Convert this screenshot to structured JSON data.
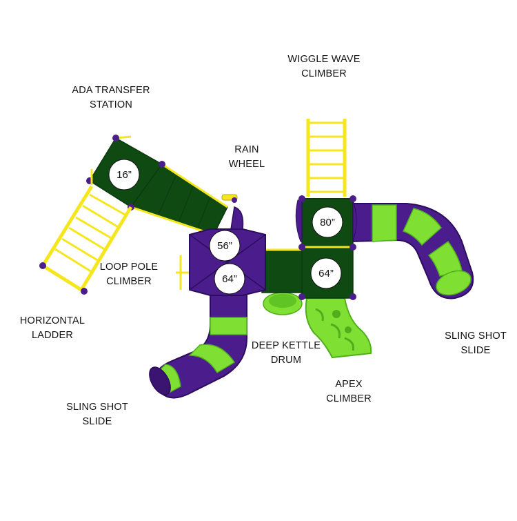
{
  "colors": {
    "deck_green": "#0f4a12",
    "deck_edge": "#0a3a0c",
    "purple": "#4b1d8c",
    "purple_dark": "#2c0c5c",
    "lime": "#7fe033",
    "lime_dark": "#4fae1a",
    "yellow": "#f5e61d",
    "yellow_dark": "#b9a80a",
    "label_text": "#111111"
  },
  "labels": {
    "ada_transfer_station": [
      "ADA TRANSFER",
      "STATION"
    ],
    "wiggle_wave_climber": [
      "WIGGLE WAVE",
      "CLIMBER"
    ],
    "rain_wheel": [
      "RAIN",
      "WHEEL"
    ],
    "loop_pole_climber": [
      "LOOP POLE",
      "CLIMBER"
    ],
    "horizontal_ladder": [
      "HORIZONTAL",
      "LADDER"
    ],
    "deep_kettle_drum": [
      "DEEP KETTLE",
      "DRUM"
    ],
    "apex_climber": [
      "APEX",
      "CLIMBER"
    ],
    "sling_shot_slide_left": [
      "SLING SHOT",
      "SLIDE"
    ],
    "sling_shot_slide_right": [
      "SLING SHOT",
      "SLIDE"
    ]
  },
  "deck_heights": {
    "ada_deck": "16”",
    "purple_upper": "56”",
    "purple_lower": "64”",
    "right_upper": "80”",
    "right_lower": "64”"
  }
}
